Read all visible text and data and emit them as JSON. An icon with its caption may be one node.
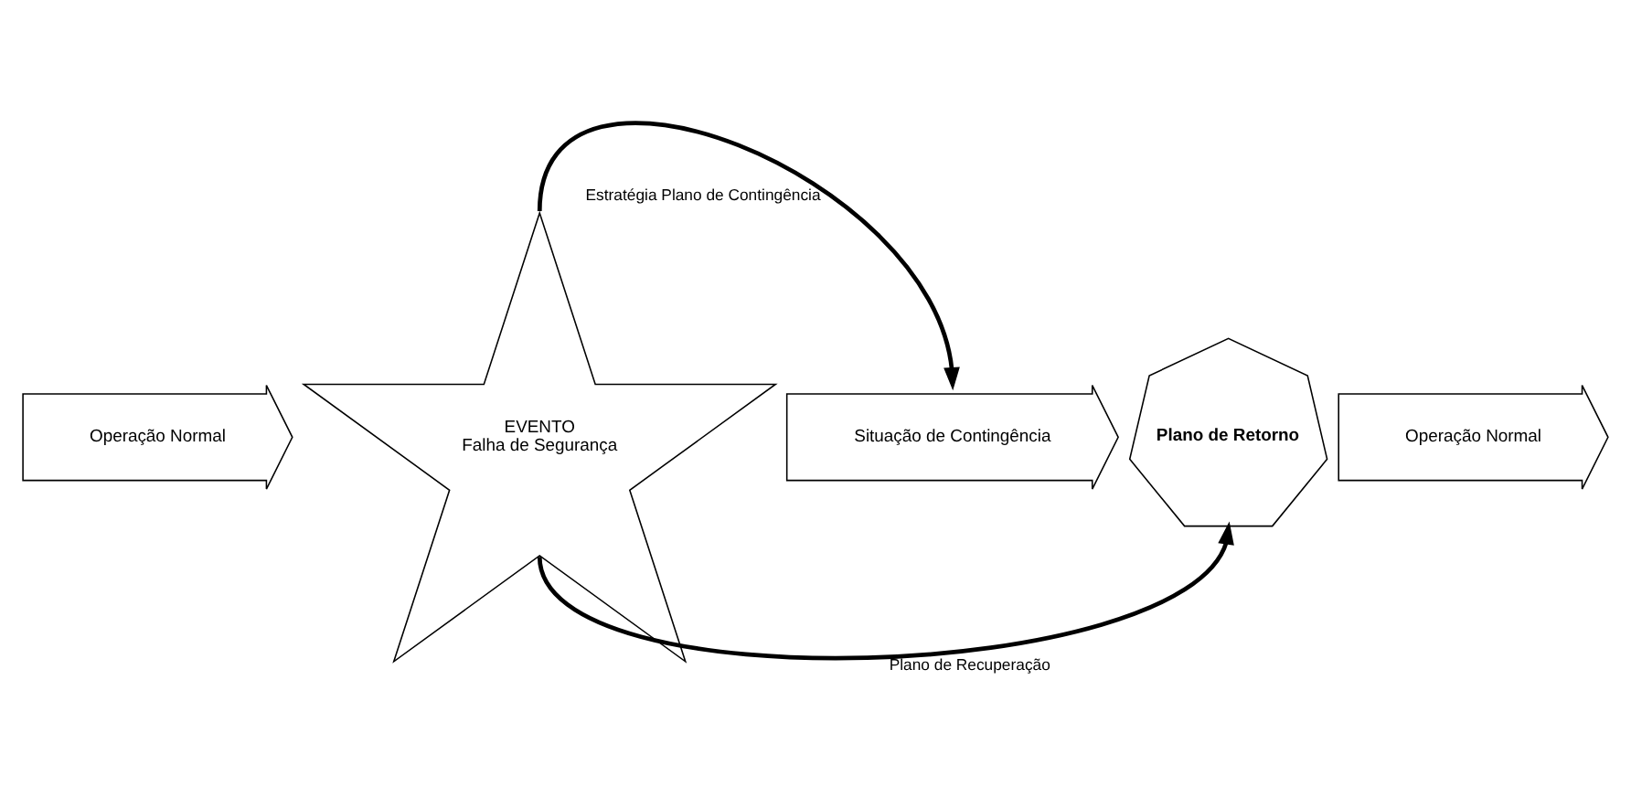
{
  "diagram": {
    "nodes": [
      {
        "text": [
          "Operação Normal"
        ]
      },
      {
        "text": [
          "EVENTO",
          "Falha de Segurança"
        ]
      },
      {
        "text": [
          "Situação de Contingência"
        ]
      },
      {
        "text": [
          "Plano de Retorno"
        ]
      },
      {
        "text": [
          "Operação Normal"
        ]
      }
    ],
    "edges": [
      {
        "from": 1,
        "to": 2,
        "arrow": "to",
        "label": "Estratégia Plano de Contingência"
      },
      {
        "from": 1,
        "to": 3,
        "arrow": "to",
        "label": "Plano de Recuperação"
      }
    ]
  }
}
